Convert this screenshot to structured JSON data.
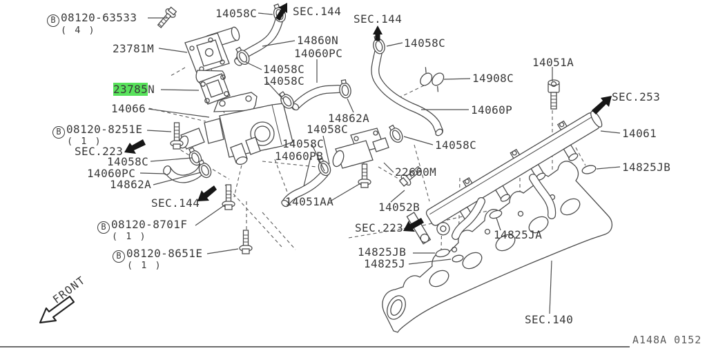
{
  "colors": {
    "highlight": "#58e25b",
    "line": "#4a4a4a",
    "text": "#383838",
    "arrow": "#161616"
  },
  "front": "FRONT",
  "code": "A148A 0152",
  "labels": [
    {
      "b": "B",
      "t": "08120-63533",
      "q": "( 4 )"
    },
    {
      "t": "23781M"
    },
    {
      "hl": "23785",
      "t": "N"
    },
    {
      "t": "14066"
    },
    {
      "t": "14058C"
    },
    {
      "t": "SEC.144"
    },
    {
      "t": "SEC.144"
    },
    {
      "t": "14860N"
    },
    {
      "t": "14060PC"
    },
    {
      "t": "14058C"
    },
    {
      "t": "14058C"
    },
    {
      "t": "14058C"
    },
    {
      "t": "14908C"
    },
    {
      "t": "14060P"
    },
    {
      "t": "14051A"
    },
    {
      "t": "SEC.253"
    },
    {
      "t": "14061"
    },
    {
      "t": "14825JB"
    },
    {
      "t": "14058C"
    },
    {
      "t": "14862A"
    },
    {
      "t": "14058C"
    },
    {
      "t": "14058C"
    },
    {
      "t": "14060PB"
    },
    {
      "t": "22660M"
    },
    {
      "t": "14051AA"
    },
    {
      "t": "14052B"
    },
    {
      "b": "B",
      "t": "08120-8251E",
      "q": "( 1 )"
    },
    {
      "t": "SEC.223"
    },
    {
      "t": "14058C"
    },
    {
      "t": "14060PC"
    },
    {
      "t": "14862A"
    },
    {
      "t": "SEC.144"
    },
    {
      "b": "B",
      "t": "08120-8701F",
      "q": "( 1 )"
    },
    {
      "b": "B",
      "t": "08120-8651E",
      "q": "( 1 )"
    },
    {
      "t": "SEC.223"
    },
    {
      "t": "14825JA"
    },
    {
      "t": "14825JB"
    },
    {
      "t": "14825J"
    },
    {
      "t": "SEC.140"
    }
  ]
}
